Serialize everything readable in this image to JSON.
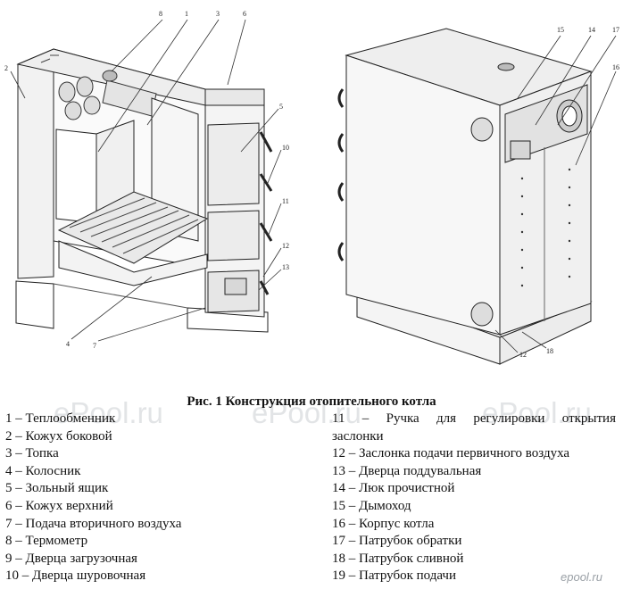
{
  "figure": {
    "left_callouts": [
      "2",
      "8",
      "1",
      "3",
      "6",
      "5",
      "10",
      "11",
      "12",
      "13",
      "4",
      "7"
    ],
    "right_callouts": [
      "15",
      "14",
      "17",
      "16",
      "12",
      "18"
    ]
  },
  "caption": "Рис. 1 Конструкция отопительного котла",
  "legend_left": [
    "1 – Теплообменник",
    "2 – Кожух боковой",
    "3 – Топка",
    "4 – Колосник",
    "5 – Зольный ящик",
    "6 – Кожух верхний",
    "7 – Подача вторичного воздуха",
    "8 – Термометр",
    "9 – Дверца загрузочная",
    "10 – Дверца шуровочная"
  ],
  "legend_right": [
    "11 – Ручка для регулировки открытия",
    "заслонки",
    "12 – Заслонка подачи первичного воздуха",
    "13 – Дверца поддувальная",
    "14 – Люк прочистной",
    "15 – Дымоход",
    "16 – Корпус котла",
    "17 – Патрубок обратки",
    "18 – Патрубок сливной",
    "19 – Патрубок подачи"
  ],
  "watermarks": [
    "ePool.ru",
    "ePool.ru",
    "ePool.ru"
  ],
  "logo_text": "epool.ru"
}
